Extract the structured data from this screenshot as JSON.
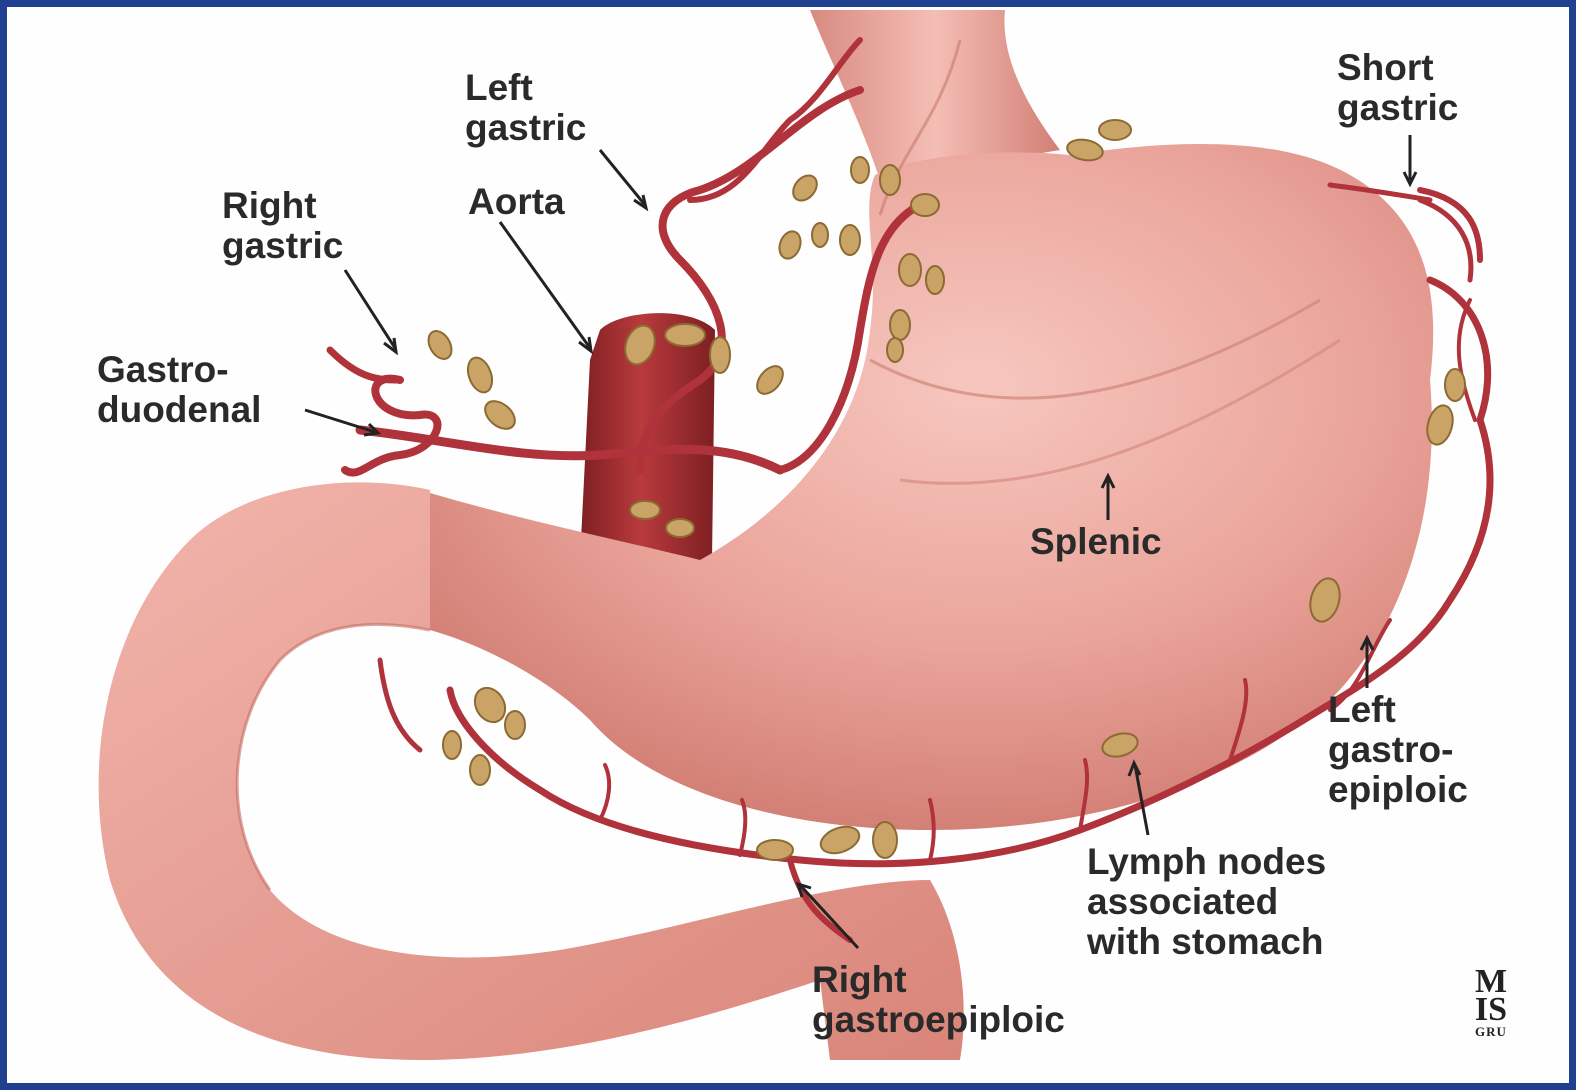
{
  "labels": {
    "short_gastric": "Short\ngastric",
    "left_gastric": "Left\ngastric",
    "right_gastric": "Right\ngastric",
    "aorta": "Aorta",
    "gastroduodenal": "Gastro-\nduodenal",
    "splenic": "Splenic",
    "left_gastroepiploic": "Left\ngastro-\nepiploic",
    "lymph_nodes": "Lymph nodes\nassociated\nwith stomach",
    "right_gastroepiploic": "Right\ngastroepiploic"
  },
  "logo": {
    "line1": "M",
    "line2": "IS",
    "line3": "GRU"
  },
  "colors": {
    "frame": "#1f3f8f",
    "stomach": "#e89a90",
    "stomach_shadow": "#c9685f",
    "artery": "#b0323a",
    "aorta": "#9e2a2e",
    "lymph_node": "#caa467",
    "label_text": "#2a2a2a"
  }
}
